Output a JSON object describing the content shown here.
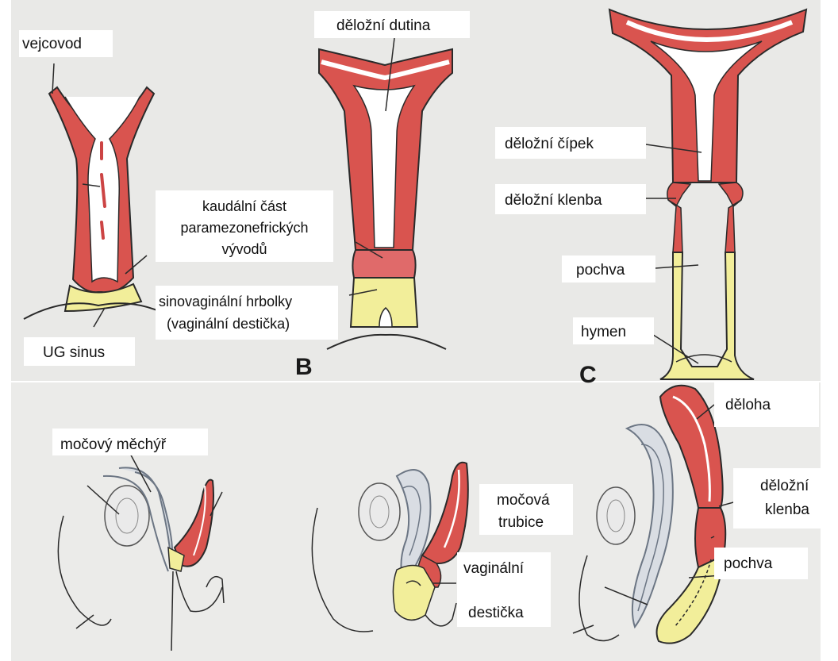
{
  "colors": {
    "background": "#ffffff",
    "paper": "#e9e9e7",
    "tissue_red": "#d9544f",
    "tissue_yellow": "#f2ee9a",
    "outline": "#2a2a2a",
    "bladder_fill": "#d9dde3",
    "bladder_outline": "#6c7684"
  },
  "panels": {
    "top": [
      "",
      "B",
      "C"
    ],
    "bottom": [
      "",
      "",
      ""
    ]
  },
  "labels": {
    "vejcovod": "vejcovod",
    "delozni_dutina": "děložní dutina",
    "kaudalni_line1": "kaudální část",
    "kaudalni_line2": "paramezonefrických",
    "kaudalni_line3": "vývodů",
    "sinovag_line1": "sinovaginální hrbolky",
    "sinovag_line2": "(vaginální destička)",
    "ug_sinus": "UG sinus",
    "delozni_cipek": "děložní čípek",
    "delozni_klenba": "děložní klenba",
    "pochva": "pochva",
    "hymen": "hymen",
    "mocovy_mechyr": "močový měchýř",
    "mocova_line1": "močová",
    "mocova_line2": "trubice",
    "vaginalni_line1": "vaginální",
    "vaginalni_line2": "destička",
    "deloha": "děloha",
    "klenba2_line1": "děložní",
    "klenba2_line2": "klenba",
    "pochva2": "pochva"
  }
}
